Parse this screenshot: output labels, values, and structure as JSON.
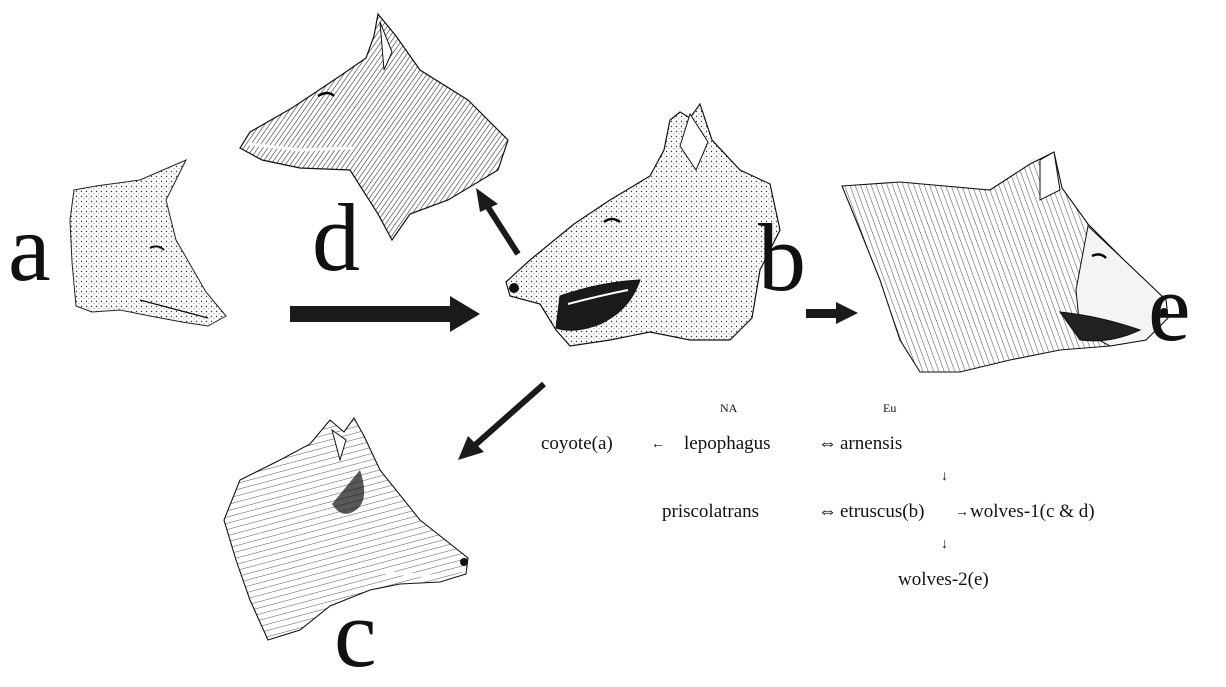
{
  "labels": {
    "a": "a",
    "b": "b",
    "c": "c",
    "d": "d",
    "e": "e"
  },
  "scheme": {
    "header_na": "NA",
    "header_eu": "Eu",
    "coyote": "coyote(a)",
    "left_arrow": "←",
    "lepophagus": "lepophagus",
    "double_arrow_1": "⇔",
    "arnensis": "arnensis",
    "down_arrow_1": "↓",
    "priscolatrans": "priscolatrans",
    "double_arrow_2": "⇔",
    "etruscus": "etruscus(b)",
    "right_arrow": "→",
    "wolves1": "wolves-1(c & d)",
    "down_arrow_2": "↓",
    "wolves2": "wolves-2(e)"
  },
  "colors": {
    "ink": "#111111",
    "arrow": "#1a1a1a",
    "background": "#ffffff"
  }
}
